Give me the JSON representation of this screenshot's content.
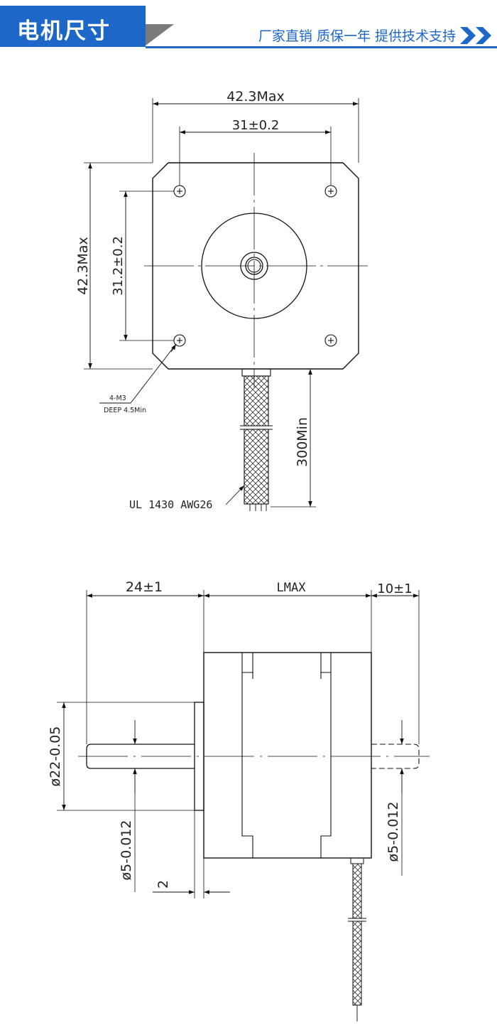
{
  "header": {
    "title": "电机尺寸",
    "tagline": "厂家直销 质保一年 提供技术支持",
    "accent_color": "#1c67c8",
    "chevron_icon": "double-chevron-right-icon"
  },
  "front_view": {
    "width_max": "42.3Max",
    "hole_spacing_h": "31±0.2",
    "height_max": "42.3Max",
    "hole_spacing_v": "31.2±0.2",
    "screw_label": "4-M3",
    "screw_depth": "DEEP 4.5Min",
    "lead_length": "300Min",
    "wire_label": "UL 1430 AWG26"
  },
  "side_view": {
    "shaft_length": "24±1",
    "body_length": "LMAX",
    "rear_shaft": "10±1",
    "boss_diameter": "ø22-0.05",
    "shaft_diameter_front": "ø5-0.012",
    "shaft_diameter_rear": "ø5-0.012",
    "boss_height": "2"
  }
}
